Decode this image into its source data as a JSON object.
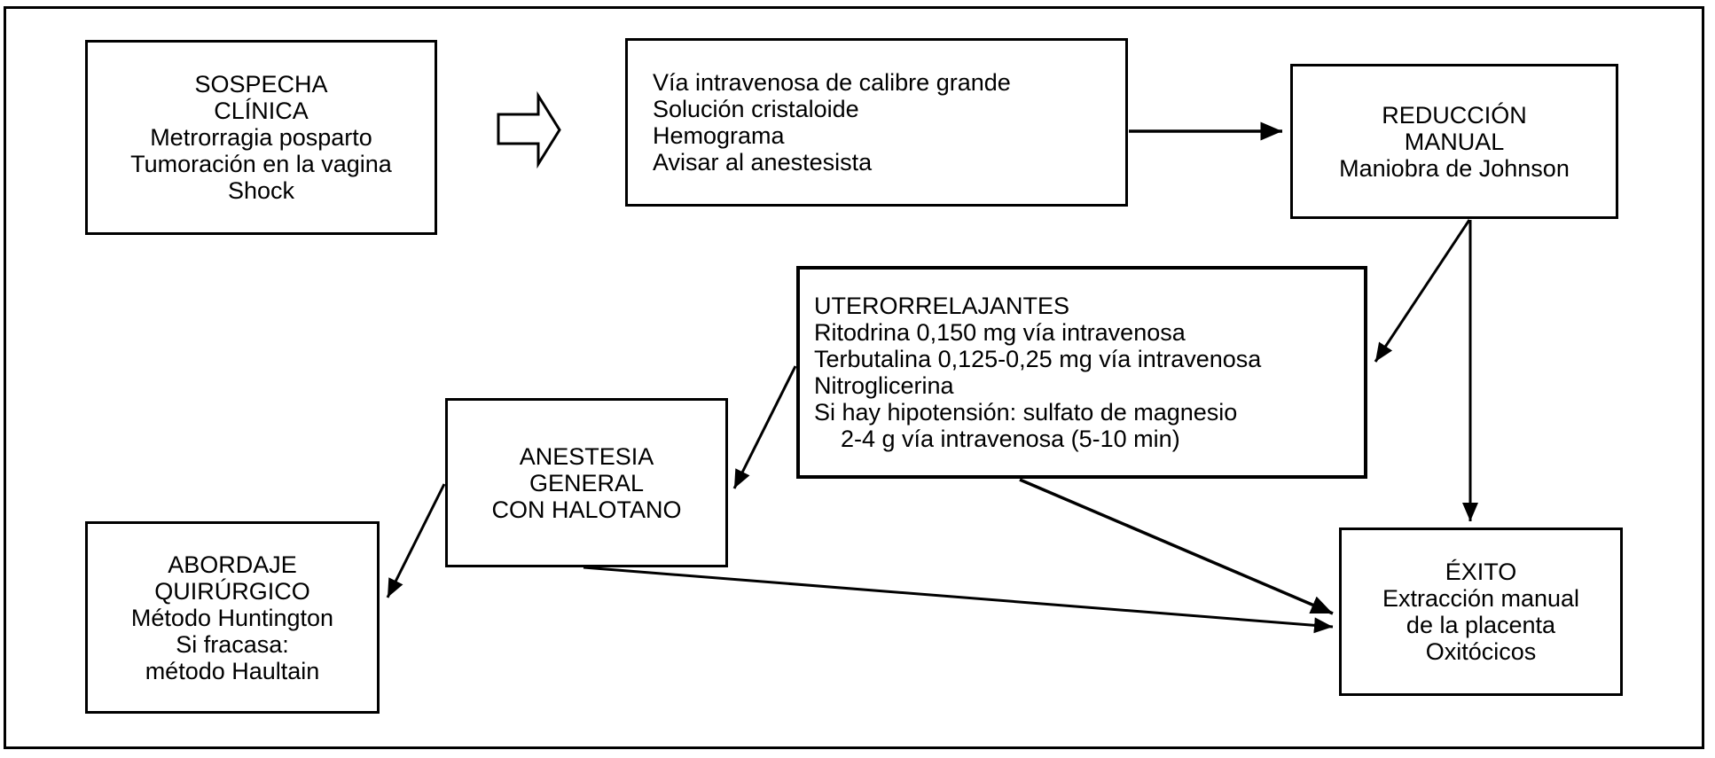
{
  "diagram": {
    "language": "es",
    "topic": "Algoritmo de manejo: inversión uterina / metrorragia posparto"
  },
  "colors": {
    "background": "#ffffff",
    "line": "#000000",
    "text": "#000000",
    "box_fill": "#ffffff"
  },
  "icons": {
    "block_arrow": "block-arrow-right-outline"
  },
  "boxes": {
    "sospecha": {
      "lines": [
        "SOSPECHA",
        "CLÍNICA",
        "Metrorragia posparto",
        "Tumoración en la vagina",
        "Shock"
      ]
    },
    "medidas": {
      "lines": [
        "Vía intravenosa de calibre grande",
        "Solución cristaloide",
        "Hemograma",
        "Avisar al anestesista"
      ]
    },
    "reduccion": {
      "lines": [
        "REDUCCIÓN",
        "MANUAL",
        "Maniobra de Johnson"
      ]
    },
    "uterorrelajantes": {
      "lines": [
        "UTERORRELAJANTES",
        "Ritodrina 0,150 mg vía intravenosa",
        "Terbutalina 0,125-0,25 mg vía intravenosa",
        "Nitroglicerina",
        "Si hay hipotensión: sulfato de magnesio",
        "2-4 g vía intravenosa (5-10 min)"
      ]
    },
    "anestesia": {
      "lines": [
        "ANESTESIA",
        "GENERAL",
        "CON HALOTANO"
      ]
    },
    "abordaje": {
      "lines": [
        "ABORDAJE",
        "QUIRÚRGICO",
        "Método Huntington",
        "Si fracasa:",
        "método Haultain"
      ]
    },
    "exito": {
      "lines": [
        "ÉXITO",
        "Extracción manual",
        "de la placenta",
        "Oxitócicos"
      ]
    }
  },
  "edges": [
    {
      "from": "sospecha",
      "to": "medidas",
      "style": "outline-block-arrow"
    },
    {
      "from": "medidas",
      "to": "reduccion",
      "style": "solid"
    },
    {
      "from": "reduccion",
      "to": "uterorrelajantes",
      "style": "solid"
    },
    {
      "from": "reduccion",
      "to": "exito",
      "style": "solid"
    },
    {
      "from": "uterorrelajantes",
      "to": "anestesia",
      "style": "solid"
    },
    {
      "from": "uterorrelajantes",
      "to": "exito",
      "style": "solid"
    },
    {
      "from": "anestesia",
      "to": "abordaje",
      "style": "solid"
    },
    {
      "from": "anestesia",
      "to": "exito",
      "style": "solid"
    }
  ]
}
